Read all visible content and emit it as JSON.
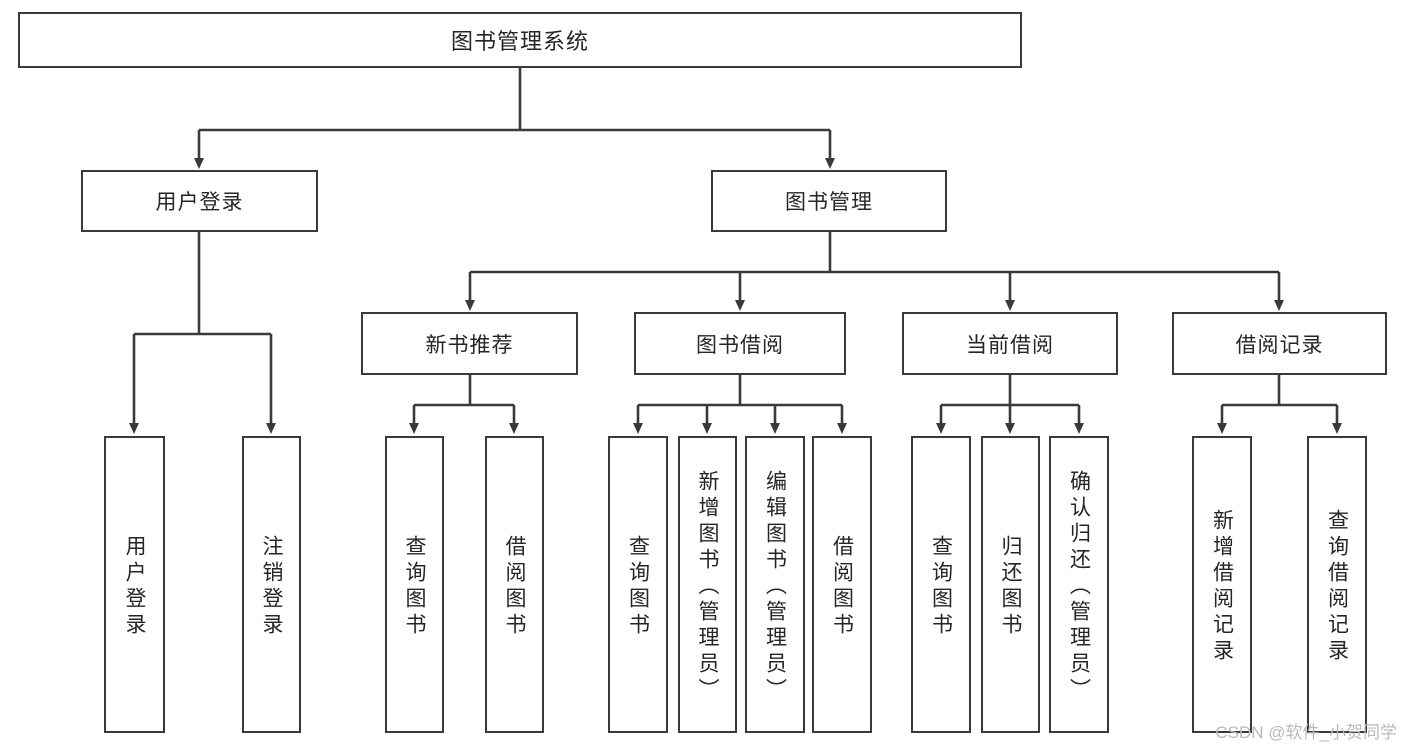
{
  "diagram": {
    "title": "图书管理系统",
    "type": "tree-hierarchy-chart",
    "watermark": "CSDN @软件_小贺同学",
    "colors": {
      "border": "#3a3a3a",
      "text": "#262626",
      "background": "#ffffff",
      "watermark": "#b9b9b9"
    },
    "nodes": {
      "root": "图书管理系统",
      "level2": [
        "用户登录",
        "图书管理"
      ],
      "level3": [
        "新书推荐",
        "图书借阅",
        "当前借阅",
        "借阅记录"
      ],
      "leaves_user_login": [
        "用户登录",
        "注销登录"
      ],
      "leaves_new_book": [
        "查询图书",
        "借阅图书"
      ],
      "leaves_borrow": [
        "查询图书",
        "新增图书（管理员）",
        "编辑图书（管理员）",
        "借阅图书"
      ],
      "leaves_current": [
        "查询图书",
        "归还图书",
        "确认归还（管理员）"
      ],
      "leaves_record": [
        "新增借阅记录",
        "查询借阅记录"
      ]
    }
  },
  "chart_data": {
    "type": "table",
    "title": "图书管理系统",
    "tree": [
      {
        "label": "图书管理系统",
        "level": 1,
        "children": [
          {
            "label": "用户登录",
            "level": 2,
            "children": [
              {
                "label": "用户登录",
                "level": 3,
                "children": []
              },
              {
                "label": "注销登录",
                "level": 3,
                "children": []
              }
            ]
          },
          {
            "label": "图书管理",
            "level": 2,
            "children": [
              {
                "label": "新书推荐",
                "level": 3,
                "children": [
                  {
                    "label": "查询图书",
                    "level": 4,
                    "children": []
                  },
                  {
                    "label": "借阅图书",
                    "level": 4,
                    "children": []
                  }
                ]
              },
              {
                "label": "图书借阅",
                "level": 3,
                "children": [
                  {
                    "label": "查询图书",
                    "level": 4,
                    "children": []
                  },
                  {
                    "label": "新增图书（管理员）",
                    "level": 4,
                    "children": []
                  },
                  {
                    "label": "编辑图书（管理员）",
                    "level": 4,
                    "children": []
                  },
                  {
                    "label": "借阅图书",
                    "level": 4,
                    "children": []
                  }
                ]
              },
              {
                "label": "当前借阅",
                "level": 3,
                "children": [
                  {
                    "label": "查询图书",
                    "level": 4,
                    "children": []
                  },
                  {
                    "label": "归还图书",
                    "level": 4,
                    "children": []
                  },
                  {
                    "label": "确认归还（管理员）",
                    "level": 4,
                    "children": []
                  }
                ]
              },
              {
                "label": "借阅记录",
                "level": 3,
                "children": [
                  {
                    "label": "新增借阅记录",
                    "level": 4,
                    "children": []
                  },
                  {
                    "label": "查询借阅记录",
                    "level": 4,
                    "children": []
                  }
                ]
              }
            ]
          }
        ]
      }
    ]
  }
}
